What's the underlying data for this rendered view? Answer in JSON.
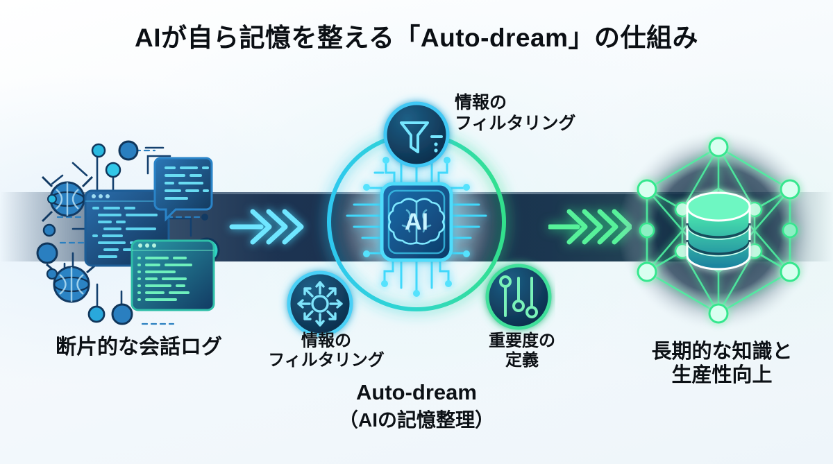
{
  "page": {
    "title": "AIが自ら記憶を整える「Auto-dream」の仕組み",
    "background_color": "#f4f8fb",
    "band_color": "#142c4c"
  },
  "stages": {
    "input": {
      "label": "断片的な会話ログ",
      "icon": "chat-code-logs-icon",
      "accent": "#1f6fb2"
    },
    "process": {
      "brand": "Auto-dream",
      "brand_sub": "（AIの記憶整理）",
      "core_icon": "ai-brain-chip-icon",
      "core_text": "AI",
      "ring_accent_start": "#2ec8f0",
      "ring_accent_end": "#32e08c",
      "nodes": [
        {
          "id": "filter",
          "icon": "funnel-icon",
          "label": "情報の\nフィルタリング",
          "accent": "#3fc8f5",
          "position": "top"
        },
        {
          "id": "organize",
          "icon": "radiating-arrows-icon",
          "label": "情報の\nフィルタリング",
          "accent": "#49d0f7",
          "position": "bottom-left"
        },
        {
          "id": "priority",
          "icon": "sliders-icon",
          "label": "重要度の\n定義",
          "accent": "#3fe09a",
          "position": "bottom-right"
        }
      ]
    },
    "output": {
      "label": "長期的な知識と\n生産性向上",
      "icon": "knowledge-graph-database-icon",
      "accent": "#2fe08a"
    }
  },
  "connectors": [
    {
      "id": "arrow-input-to-process",
      "icon": "triple-chevron-right-icon",
      "color": "#5fe1ff"
    },
    {
      "id": "arrow-process-to-output",
      "icon": "quad-chevron-right-icon",
      "color": "#4ef08f"
    }
  ],
  "labels": {
    "filter_top": "情報の\nフィルタリング",
    "filter_top_line1": "情報の",
    "filter_top_line2": "フィルタリング",
    "filter_bottom_line1": "情報の",
    "filter_bottom_line2": "フィルタリング",
    "priority_line1": "重要度の",
    "priority_line2": "定義",
    "input_label": "断片的な会話ログ",
    "output_line1": "長期的な知識と",
    "output_line2": "生産性向上",
    "brand": "Auto-dream",
    "brand_sub": "（AIの記憶整理）"
  }
}
